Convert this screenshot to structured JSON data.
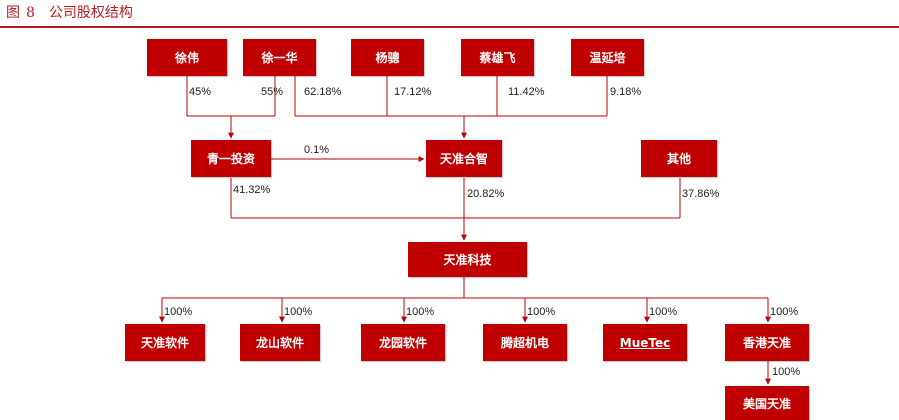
{
  "header": {
    "figure_label": "图",
    "figure_number": "8",
    "title": "公司股权结构"
  },
  "colors": {
    "accent": "#c00000",
    "line": "#c00000"
  },
  "nodes": {
    "xu_wei": "徐伟",
    "xu_yihua": "徐一华",
    "yang_cong": "杨骢",
    "cai_xiongfei": "蔡雄飞",
    "wen_yanpei": "温延培",
    "qingyi": "青一投资",
    "tianzhun_hezhi": "天准合智",
    "others": "其他",
    "tianzhun_keji": "天准科技",
    "sub_tianzhun_ruanjian": "天准软件",
    "sub_longshan": "龙山软件",
    "sub_longyuan": "龙园软件",
    "sub_tengchao": "腾超机电",
    "sub_muetec": "MueTec",
    "sub_hk": "香港天准",
    "sub_us": "美国天准"
  },
  "edges": {
    "xu_wei_to_qingyi": "45%",
    "xu_yihua_to_qingyi": "55%",
    "xu_yihua_to_hezhi": "62.18%",
    "yang_cong_to_hezhi": "17.12%",
    "cai_to_hezhi": "11.42%",
    "wen_to_hezhi": "9.18%",
    "qingyi_to_hezhi": "0.1%",
    "qingyi_to_keji": "41.32%",
    "hezhi_to_keji": "20.82%",
    "others_to_keji": "37.86%",
    "keji_to_ruanjian": "100%",
    "keji_to_longshan": "100%",
    "keji_to_longyuan": "100%",
    "keji_to_tengchao": "100%",
    "keji_to_muetec": "100%",
    "keji_to_hk": "100%",
    "hk_to_us": "100%"
  }
}
